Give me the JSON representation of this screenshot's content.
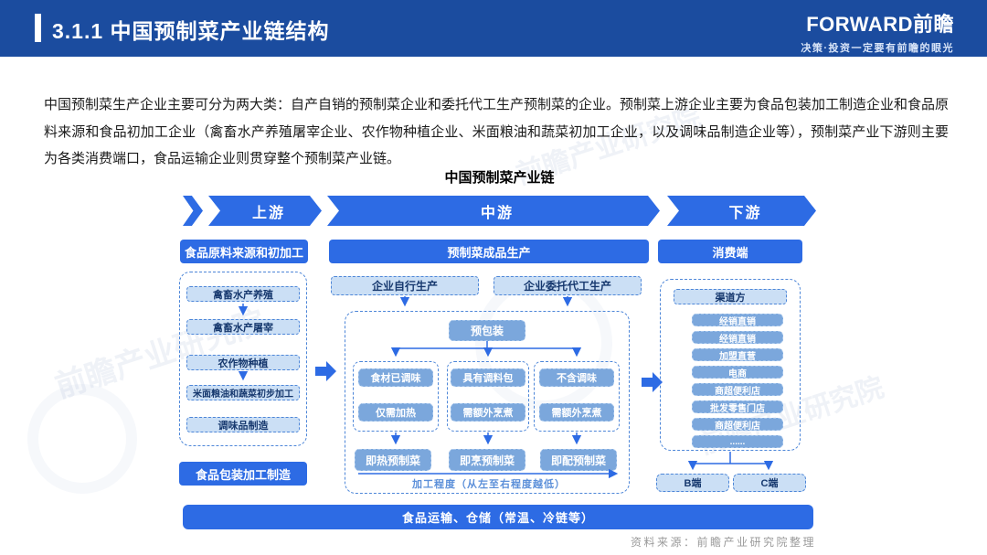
{
  "header": {
    "title": "3.1.1 中国预制菜产业链结构",
    "logo_text": "FORWARD前瞻",
    "logo_tagline": "决策·投资一定要有前瞻的眼光"
  },
  "intro_paragraph": "中国预制菜生产企业主要可分为两大类：自产自销的预制菜企业和委托代工生产预制菜的企业。预制菜上游企业主要为食品包装加工制造企业和食品原料来源和食品初加工企业（禽畜水产养殖屠宰企业、农作物种植企业、米面粮油和蔬菜初加工企业，以及调味品制造企业等），预制菜产业下游则主要为各类消费端口，食品运输企业则贯穿整个预制菜产业链。",
  "diagram": {
    "title": "中国预制菜产业链",
    "stages": [
      "上游",
      "中游",
      "下游"
    ],
    "upstream": {
      "header": "食品原料来源和初加工",
      "items": [
        "禽畜水产养殖",
        "禽畜水产屠宰",
        "农作物种植",
        "米面粮油和蔬菜初步加工",
        "调味品制造"
      ],
      "packaging": "食品包装加工制造"
    },
    "midstream": {
      "header": "预制菜成品生产",
      "production_modes": [
        "企业自行生产",
        "企业委托代工生产"
      ],
      "prepack": "预包装",
      "columns": [
        {
          "steps": [
            "食材已调味",
            "仅需加热"
          ],
          "result": "即热预制菜"
        },
        {
          "steps": [
            "具有调料包",
            "需额外烹煮"
          ],
          "result": "即烹预制菜"
        },
        {
          "steps": [
            "不含调味",
            "需额外烹煮"
          ],
          "result": "即配预制菜"
        }
      ],
      "process_note": "加工程度（从左至右程度越低）"
    },
    "downstream": {
      "header": "消费端",
      "channel_header": "渠道方",
      "channels": [
        "经销直销",
        "经销直销",
        "加盟直营",
        "电商",
        "商超便利店",
        "批发零售门店",
        "商超便利店",
        "......"
      ],
      "ends": [
        "B端",
        "C端"
      ]
    },
    "logistics_bar": "食品运输、仓储（常温、冷链等）"
  },
  "footer": {
    "source": "资料来源：前瞻产业研究院整理"
  },
  "watermark": "前瞻产业研究院",
  "colors": {
    "header_bg": "#1B4C9F",
    "accent_blue": "#2D6BE4",
    "medium_blue": "#7BA7DC",
    "light_blue": "#CBDFF5",
    "dash_blue": "#4D86D8",
    "navy_text": "#16386E"
  }
}
